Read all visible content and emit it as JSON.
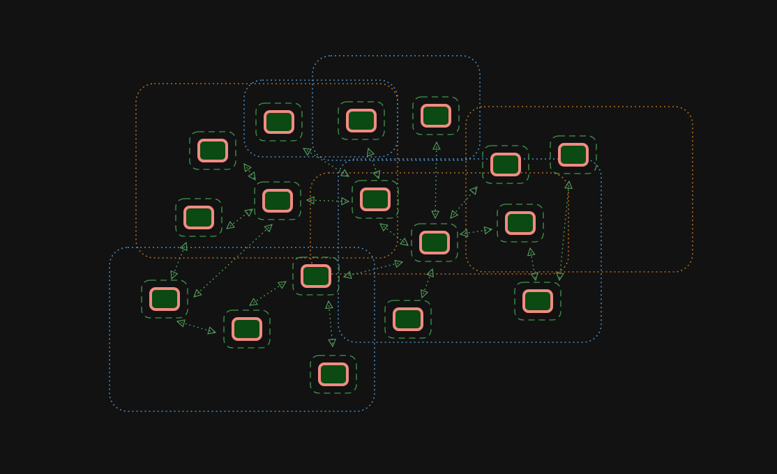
{
  "colors": {
    "background": "#121212",
    "node_fill": "#0b4a12",
    "node_border": "#f28b82",
    "halo": "#3e9a4d",
    "edge": "#4f9a5a",
    "group_blue": "#4a8fc8",
    "group_orange": "#b8701e"
  },
  "groups": [
    {
      "id": "group-1",
      "color": "orange"
    },
    {
      "id": "group-2",
      "color": "blue"
    },
    {
      "id": "group-3",
      "color": "blue"
    },
    {
      "id": "group-4",
      "color": "orange"
    },
    {
      "id": "group-5",
      "color": "orange"
    },
    {
      "id": "group-6",
      "color": "blue"
    },
    {
      "id": "group-7",
      "color": "blue"
    }
  ],
  "nodes": [
    {
      "id": "n1"
    },
    {
      "id": "n2"
    },
    {
      "id": "n3"
    },
    {
      "id": "n4"
    },
    {
      "id": "n5"
    },
    {
      "id": "n6"
    },
    {
      "id": "n7"
    },
    {
      "id": "n8"
    },
    {
      "id": "n9"
    },
    {
      "id": "n10"
    },
    {
      "id": "n11"
    },
    {
      "id": "n12"
    },
    {
      "id": "n13"
    },
    {
      "id": "n14"
    },
    {
      "id": "n15"
    },
    {
      "id": "n16"
    },
    {
      "id": "n17"
    },
    {
      "id": "n18"
    }
  ],
  "edges": [
    {
      "from": "n4",
      "to": "n6",
      "dir": "both"
    },
    {
      "from": "n5",
      "to": "n6",
      "dir": "both"
    },
    {
      "from": "n6",
      "to": "n7",
      "dir": "both"
    },
    {
      "from": "n2",
      "to": "n7",
      "dir": "both"
    },
    {
      "from": "n3",
      "to": "n7",
      "dir": "both"
    },
    {
      "from": "n7",
      "to": "n8",
      "dir": "both"
    },
    {
      "from": "n12",
      "to": "n8",
      "dir": "forward"
    },
    {
      "from": "n8",
      "to": "n9",
      "dir": "both"
    },
    {
      "from": "n8",
      "to": "n10",
      "dir": "both"
    },
    {
      "from": "n10",
      "to": "n13",
      "dir": "both"
    },
    {
      "from": "n8",
      "to": "n15",
      "dir": "both"
    },
    {
      "from": "n9",
      "to": "n17",
      "dir": "both"
    },
    {
      "from": "n11",
      "to": "n16",
      "dir": "both"
    },
    {
      "from": "n12",
      "to": "n8",
      "dir": "both"
    },
    {
      "from": "n12",
      "to": "n14",
      "dir": "both"
    },
    {
      "from": "n12",
      "to": "n18",
      "dir": "both"
    },
    {
      "from": "n6",
      "to": "n13",
      "dir": "forward"
    },
    {
      "from": "n5",
      "to": "n13",
      "dir": "both"
    },
    {
      "from": "n13",
      "to": "n14",
      "dir": "both"
    },
    {
      "from": "n15",
      "to": "n16",
      "dir": "both"
    }
  ]
}
